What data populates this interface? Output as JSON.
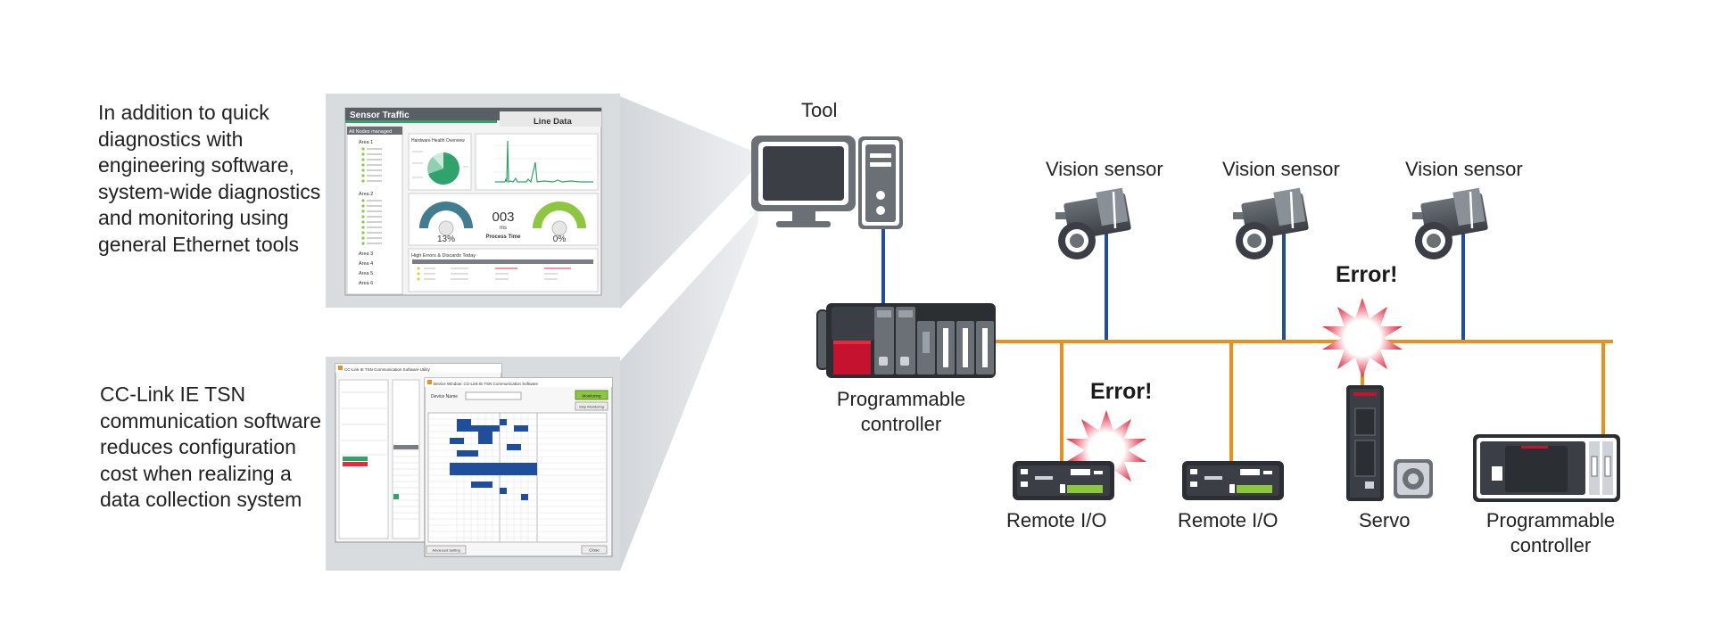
{
  "captions": {
    "top": "In addition to quick diagnostics with engineering software, system-wide diagnostics and monitoring using general Ethernet tools",
    "bottom": "CC-Link IE TSN communication software reduces configuration cost when realizing a data collection system"
  },
  "devices": {
    "tool": "Tool",
    "vision1": "Vision sensor",
    "vision2": "Vision sensor",
    "vision3": "Vision sensor",
    "plc_main_line1": "Programmable",
    "plc_main_line2": "controller",
    "remote1": "Remote I/O",
    "remote2": "Remote I/O",
    "servo": "Servo",
    "plc_right_line1": "Programmable",
    "plc_right_line2": "controller"
  },
  "errors": {
    "error1": "Error!",
    "error2": "Error!"
  },
  "screens": {
    "sensor_traffic": {
      "title": "Sensor Traffic",
      "line_data": "Line Data",
      "sidebar_header": "All Nodes managed",
      "areas": [
        "Area 1",
        "Area 2",
        "Area 3",
        "Area 4",
        "Area 5",
        "Area 6"
      ],
      "health_title": "Hardware Health Overview",
      "gauge_left": "13%",
      "process_value": "003",
      "process_unit": "ms",
      "process_label": "Process Time",
      "gauge_right": "0%",
      "errors_title": "High Errors & Discards Today"
    },
    "tsn_software": {
      "window_back": "CC-Link IE TSN Communication Software Utility",
      "window_front": "Device Window: CC-Link IE TSN Communication Software",
      "device_name_label": "Device Name",
      "button_monitoring": "Monitoring",
      "button_stop": "Stop Monitoring",
      "button_close": "Close",
      "button_advanced": "Advanced Setting"
    }
  },
  "colors": {
    "ethernet_line": "#e8901e",
    "vision_link": "#1f4e9c",
    "device_dark": "#3b3f45",
    "plc_red": "#c4122f",
    "gauge_teal": "#3f7d8f",
    "gauge_green": "#8dc63f",
    "error_burst": "#e8283c"
  }
}
